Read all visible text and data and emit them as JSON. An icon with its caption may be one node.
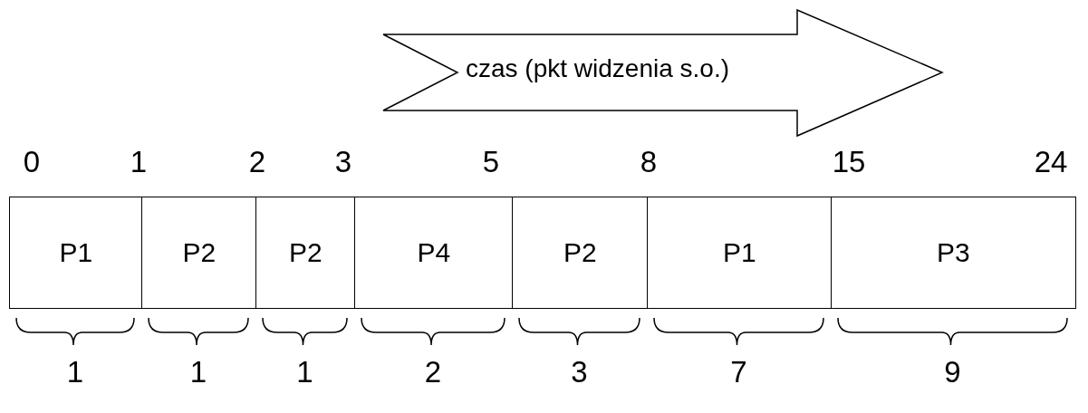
{
  "diagram": {
    "nodes": [
      {
        "text": [
          "czas (pkt widzenia s.o.)"
        ]
      },
      {
        "text": [
          "P1"
        ]
      },
      {
        "text": [
          "P2"
        ]
      },
      {
        "text": [
          "P2"
        ]
      },
      {
        "text": [
          "P4"
        ]
      },
      {
        "text": [
          "P2"
        ]
      },
      {
        "text": [
          "P1"
        ]
      },
      {
        "text": [
          "P3"
        ]
      }
    ],
    "edges": [],
    "labels": [
      "0",
      "1",
      "2",
      "3",
      "5",
      "8",
      "15",
      "24",
      "1",
      "1",
      "1",
      "2",
      "3",
      "7",
      "9"
    ]
  }
}
